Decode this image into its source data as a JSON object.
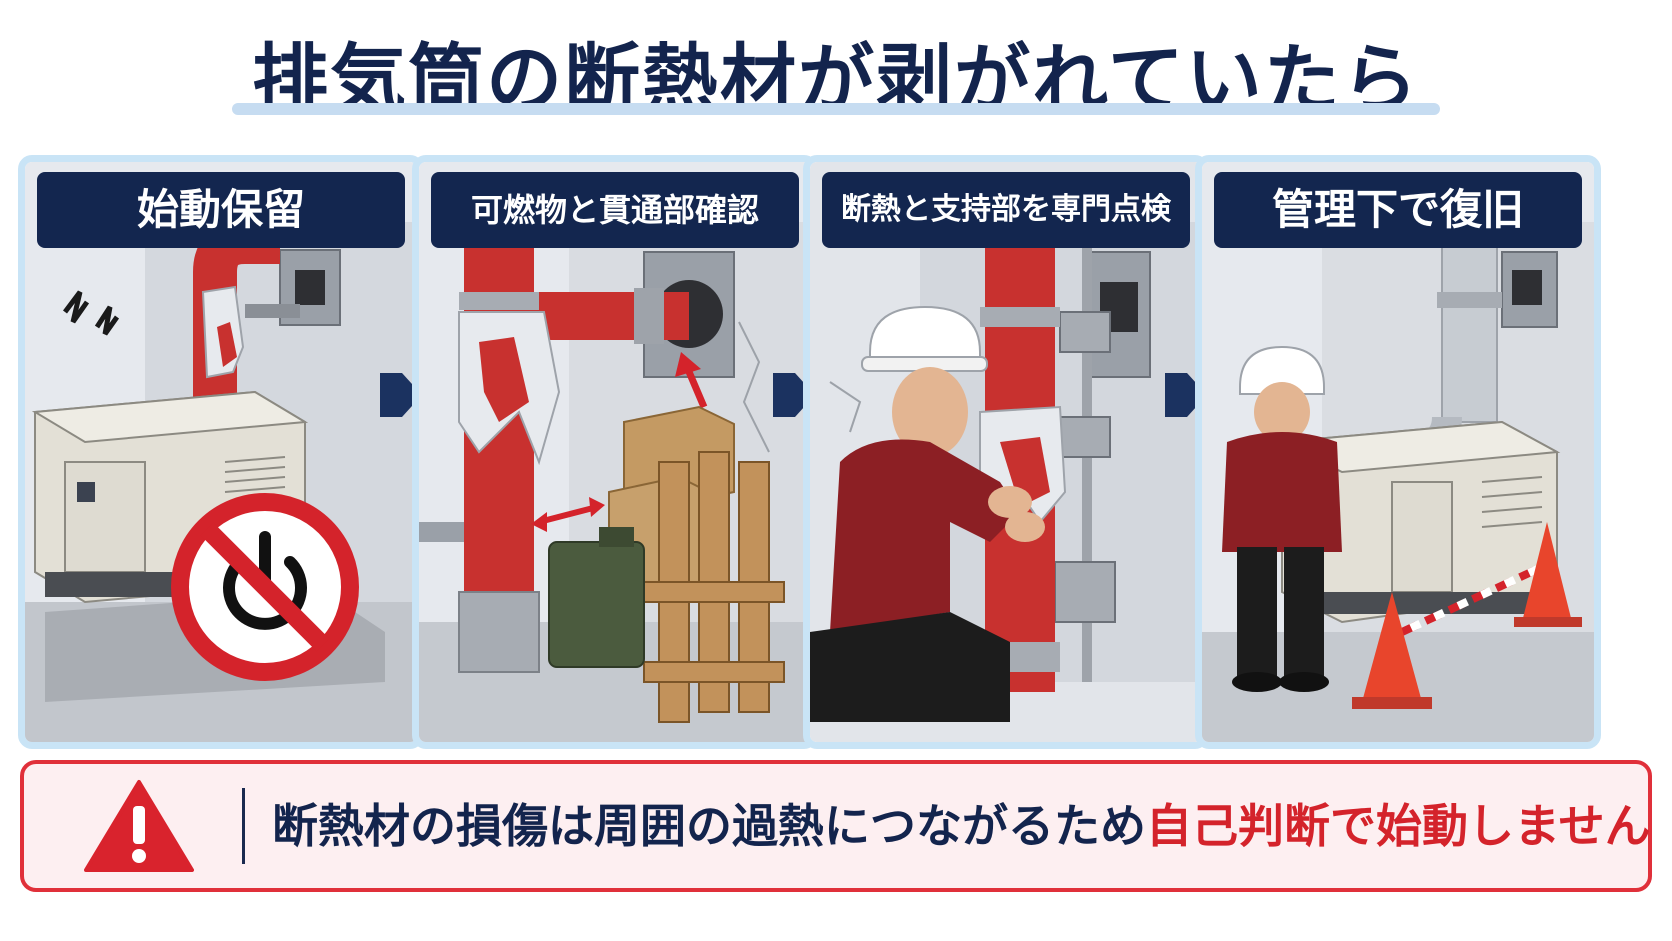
{
  "title": "排気筒の断熱材が剥がれていたら",
  "panels": [
    {
      "label": "始動保留"
    },
    {
      "label": "可燃物と貫通部確認"
    },
    {
      "label": "断熱と支持部を専門点検"
    },
    {
      "label": "管理下で復旧"
    }
  ],
  "warning": {
    "icon": "warning-icon",
    "text_normal": "断熱材の損傷は周囲の過熱につながるため",
    "text_emphasis": "自己判断で始動しません"
  },
  "colors": {
    "navy": "#13244d",
    "red": "#d4232b",
    "pipe_red": "#c8312f",
    "panel_border": "#c9e4f6",
    "warning_bg": "#fdeff1"
  }
}
